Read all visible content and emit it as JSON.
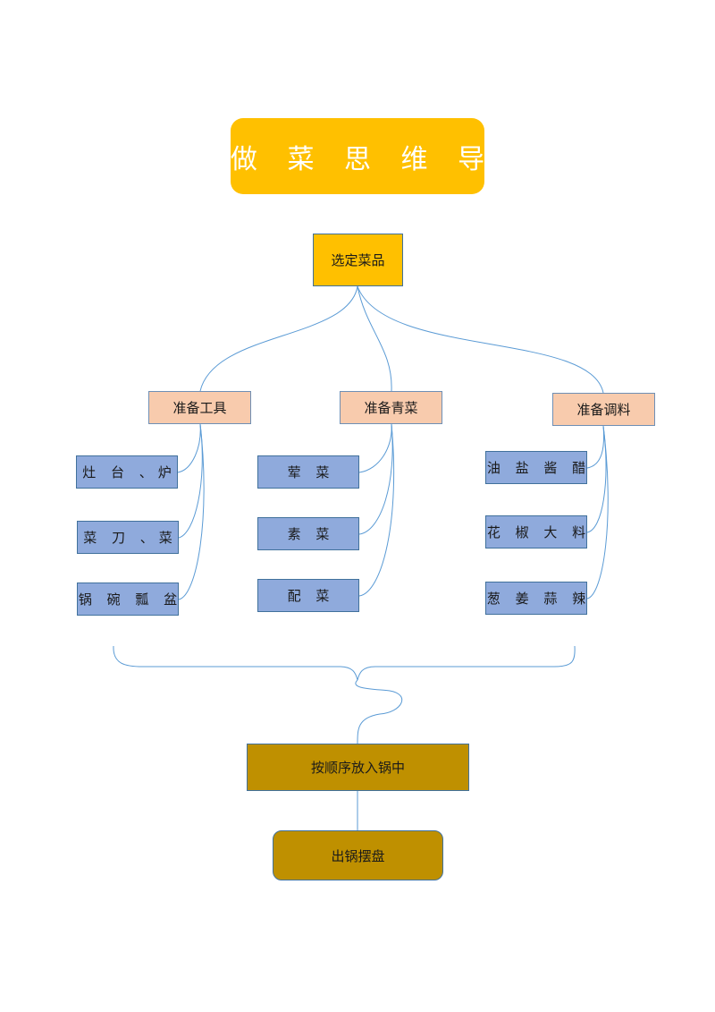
{
  "title": "做 菜 思 维 导",
  "root": "选定菜品",
  "categories": [
    {
      "label": "准备工具",
      "items": [
        "灶 台 、炉",
        "菜 刀 、菜",
        "锅 碗 瓢 盆"
      ]
    },
    {
      "label": "准备青菜",
      "items": [
        "荤 菜",
        "素 菜",
        "配 菜"
      ]
    },
    {
      "label": "准备调料",
      "items": [
        "油 盐 酱 醋",
        "花 椒 大 料",
        "葱 姜 蒜 辣"
      ]
    }
  ],
  "step": "按顺序放入锅中",
  "final": "出锅摆盘",
  "colors": {
    "title": "#ffc000",
    "category": "#f8cbad",
    "leaf": "#8faadc",
    "step": "#bf9000",
    "line": "#5b9bd5"
  }
}
